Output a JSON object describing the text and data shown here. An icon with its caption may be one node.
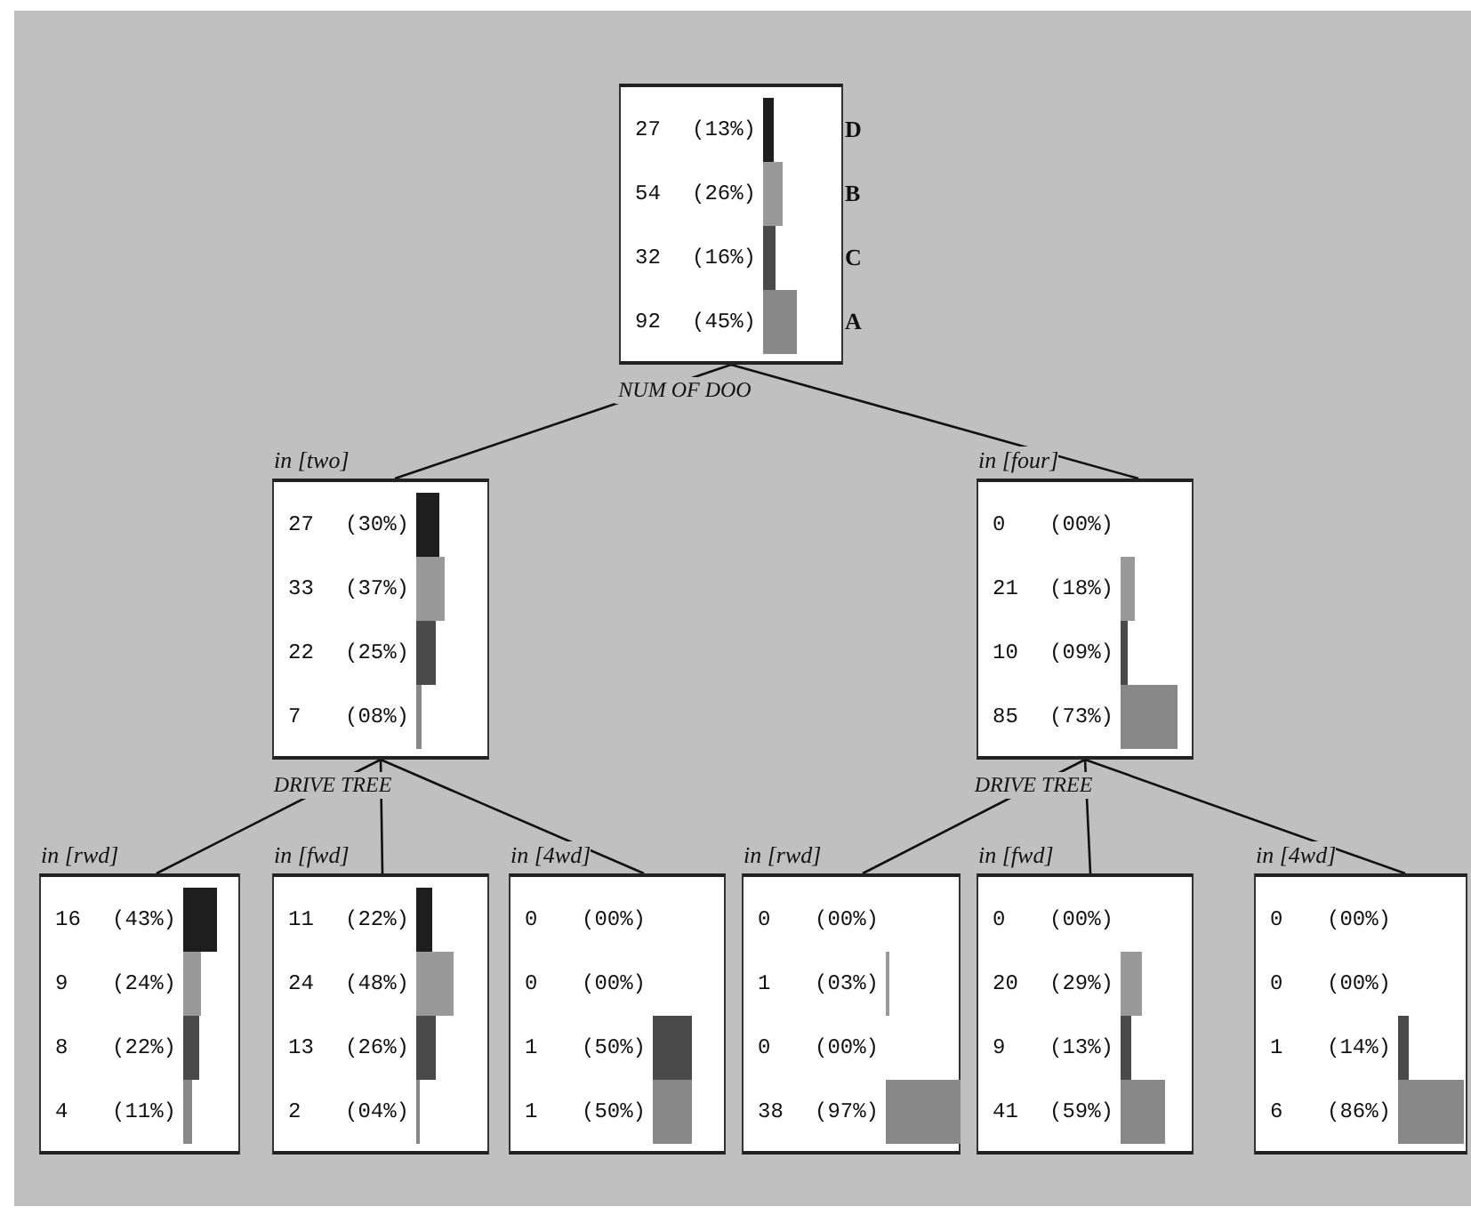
{
  "diagram": {
    "nodes": [
      {
        "text": [
          "27",
          "(13%)",
          "54",
          "(26%)",
          "32",
          "(16%)",
          "92",
          "(45%)"
        ],
        "beside": [
          "D",
          "B",
          "C",
          "A"
        ]
      },
      {
        "text": [
          "in [two]",
          "27",
          "(30%)",
          "33",
          "(37%)",
          "22",
          "(25%)",
          "7",
          "(08%)"
        ]
      },
      {
        "text": [
          "in [four]",
          "0",
          "(00%)",
          "21",
          "(18%)",
          "10",
          "(09%)",
          "85",
          "(73%)"
        ]
      },
      {
        "text": [
          "in [rwd]",
          "16",
          "(43%)",
          "9",
          "(24%)",
          "8",
          "(22%)",
          "4",
          "(11%)"
        ]
      },
      {
        "text": [
          "in [fwd]",
          "11",
          "(22%)",
          "24",
          "(48%)",
          "13",
          "(26%)",
          "2",
          "(04%)"
        ]
      },
      {
        "text": [
          "in [4wd]",
          "0",
          "(00%)",
          "0",
          "(00%)",
          "1",
          "(50%)",
          "1",
          "(50%)"
        ]
      },
      {
        "text": [
          "in [rwd]",
          "0",
          "(00%)",
          "1",
          "(03%)",
          "0",
          "(00%)",
          "38",
          "(97%)"
        ]
      },
      {
        "text": [
          "in [fwd]",
          "0",
          "(00%)",
          "20",
          "(29%)",
          "9",
          "(13%)",
          "41",
          "(59%)"
        ]
      },
      {
        "text": [
          "in [4wd]",
          "0",
          "(00%)",
          "0",
          "(00%)",
          "1",
          "(14%)",
          "6",
          "(86%)"
        ]
      }
    ],
    "edges": [
      {
        "from": 0,
        "to": 1,
        "arrow": "none"
      },
      {
        "from": 0,
        "to": 2,
        "arrow": "none"
      },
      {
        "from": 1,
        "to": 3,
        "arrow": "none"
      },
      {
        "from": 1,
        "to": 4,
        "arrow": "none"
      },
      {
        "from": 1,
        "to": 5,
        "arrow": "none"
      },
      {
        "from": 2,
        "to": 6,
        "arrow": "none"
      },
      {
        "from": 2,
        "to": 7,
        "arrow": "none"
      },
      {
        "from": 2,
        "to": 8,
        "arrow": "none"
      }
    ],
    "labels": [
      "NUM OF DOO",
      "DRIVE TREE",
      "DRIVE TREE"
    ]
  }
}
